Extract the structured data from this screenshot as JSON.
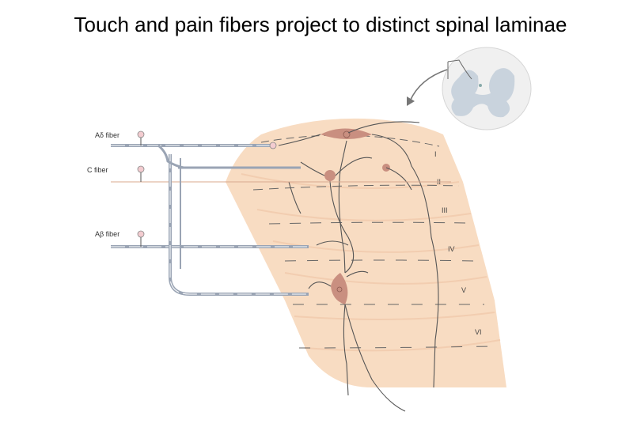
{
  "slide": {
    "title": "Touch and pain fibers project to distinct spinal laminae"
  },
  "fibers": [
    {
      "label": "Aδ fiber"
    },
    {
      "label": "C fiber"
    },
    {
      "label": "Aβ fiber"
    }
  ],
  "laminae": [
    "I",
    "II",
    "III",
    "IV",
    "V",
    "VI"
  ],
  "colors": {
    "dorsal_horn": "#f8dcc2",
    "dorsal_horn_stripe": "#f2cdb0",
    "neuron": "#c98f80",
    "axon": "#555555",
    "fiber_line": "#9aa4b4",
    "c_fiber_line": "#d9a88e",
    "cord_grey": "#c9d3dd"
  },
  "icons": [
    "spinal-cord-cross-section-inset",
    "pointer-arrow"
  ]
}
